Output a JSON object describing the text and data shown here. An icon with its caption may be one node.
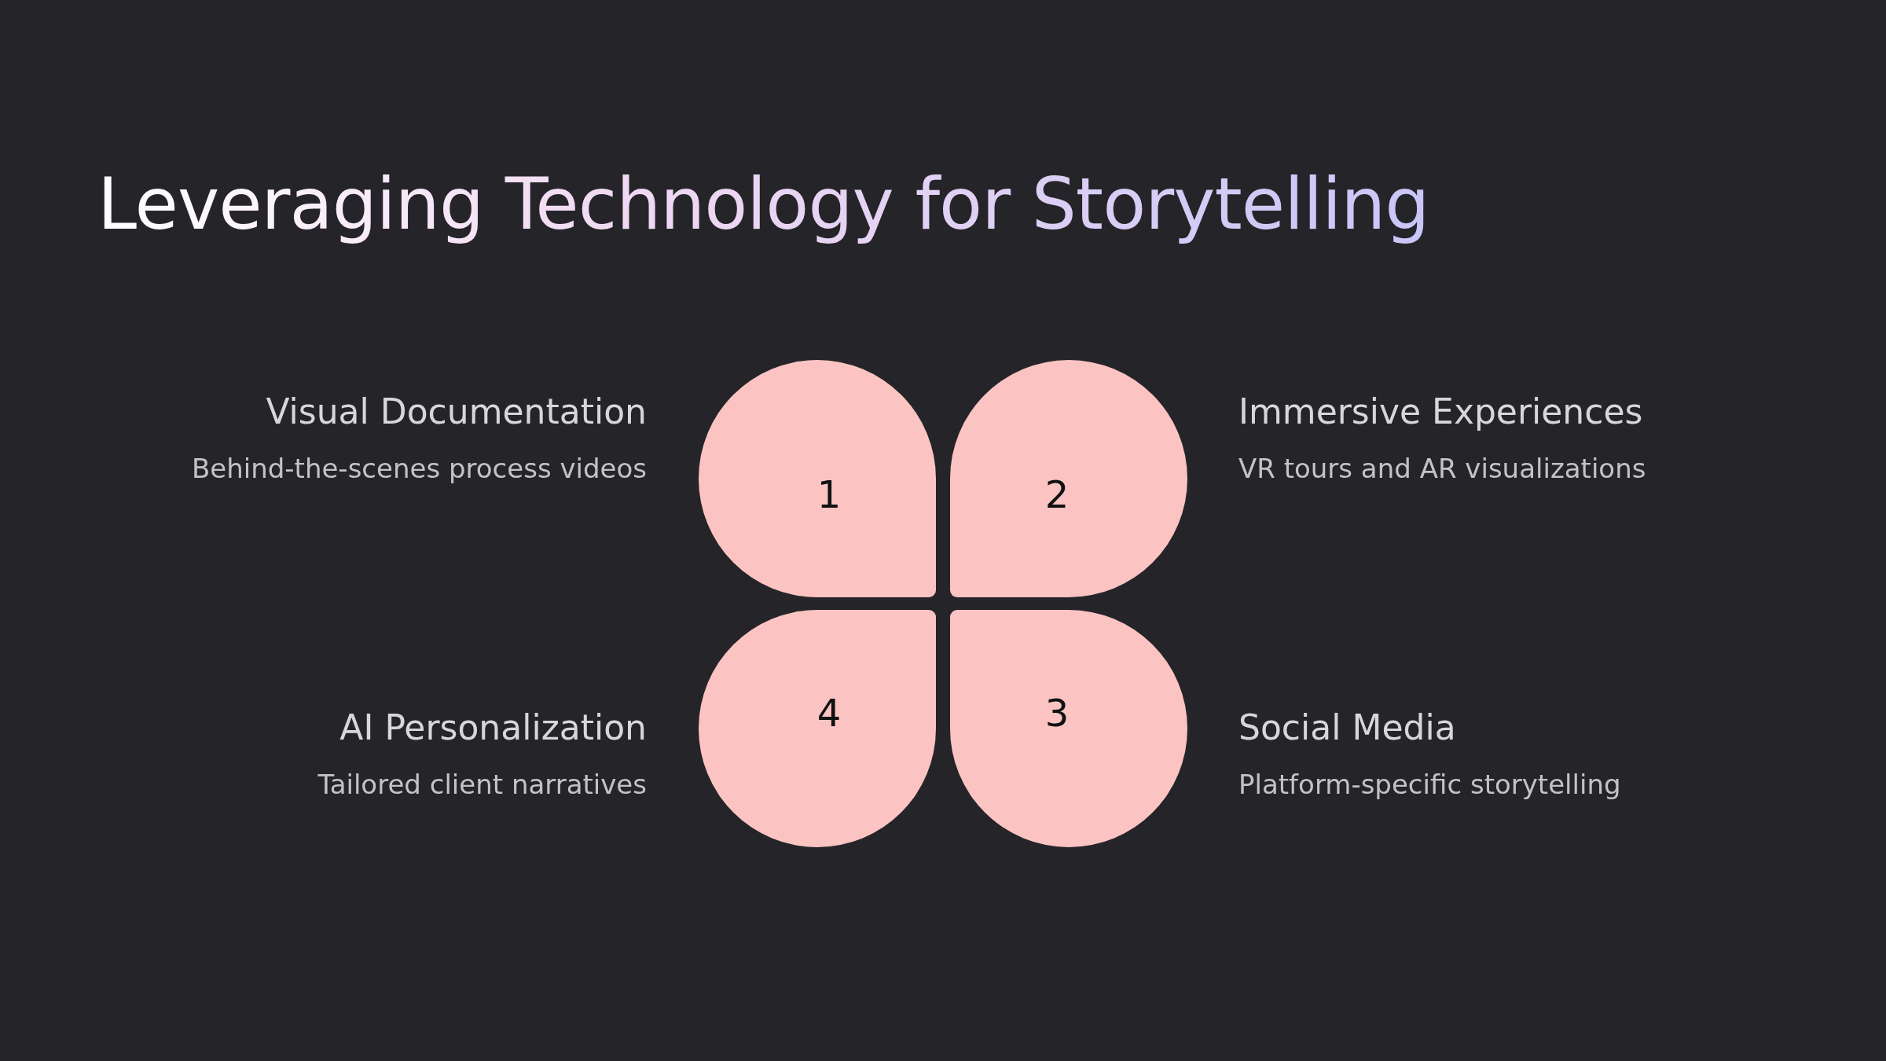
{
  "diagram": {
    "title": "Leveraging Technology for Storytelling",
    "nodes": [
      {
        "text": [
          "1"
        ],
        "beside": [
          "Visual Documentation",
          "Behind-the-scenes process videos"
        ]
      },
      {
        "text": [
          "2"
        ],
        "beside": [
          "Immersive Experiences",
          "VR tours and AR visualizations"
        ]
      },
      {
        "text": [
          "4"
        ],
        "beside": [
          "AI Personalization",
          "Tailored client narratives"
        ]
      },
      {
        "text": [
          "3"
        ],
        "beside": [
          "Social Media",
          "Platform-specific storytelling"
        ]
      }
    ],
    "edges": []
  }
}
